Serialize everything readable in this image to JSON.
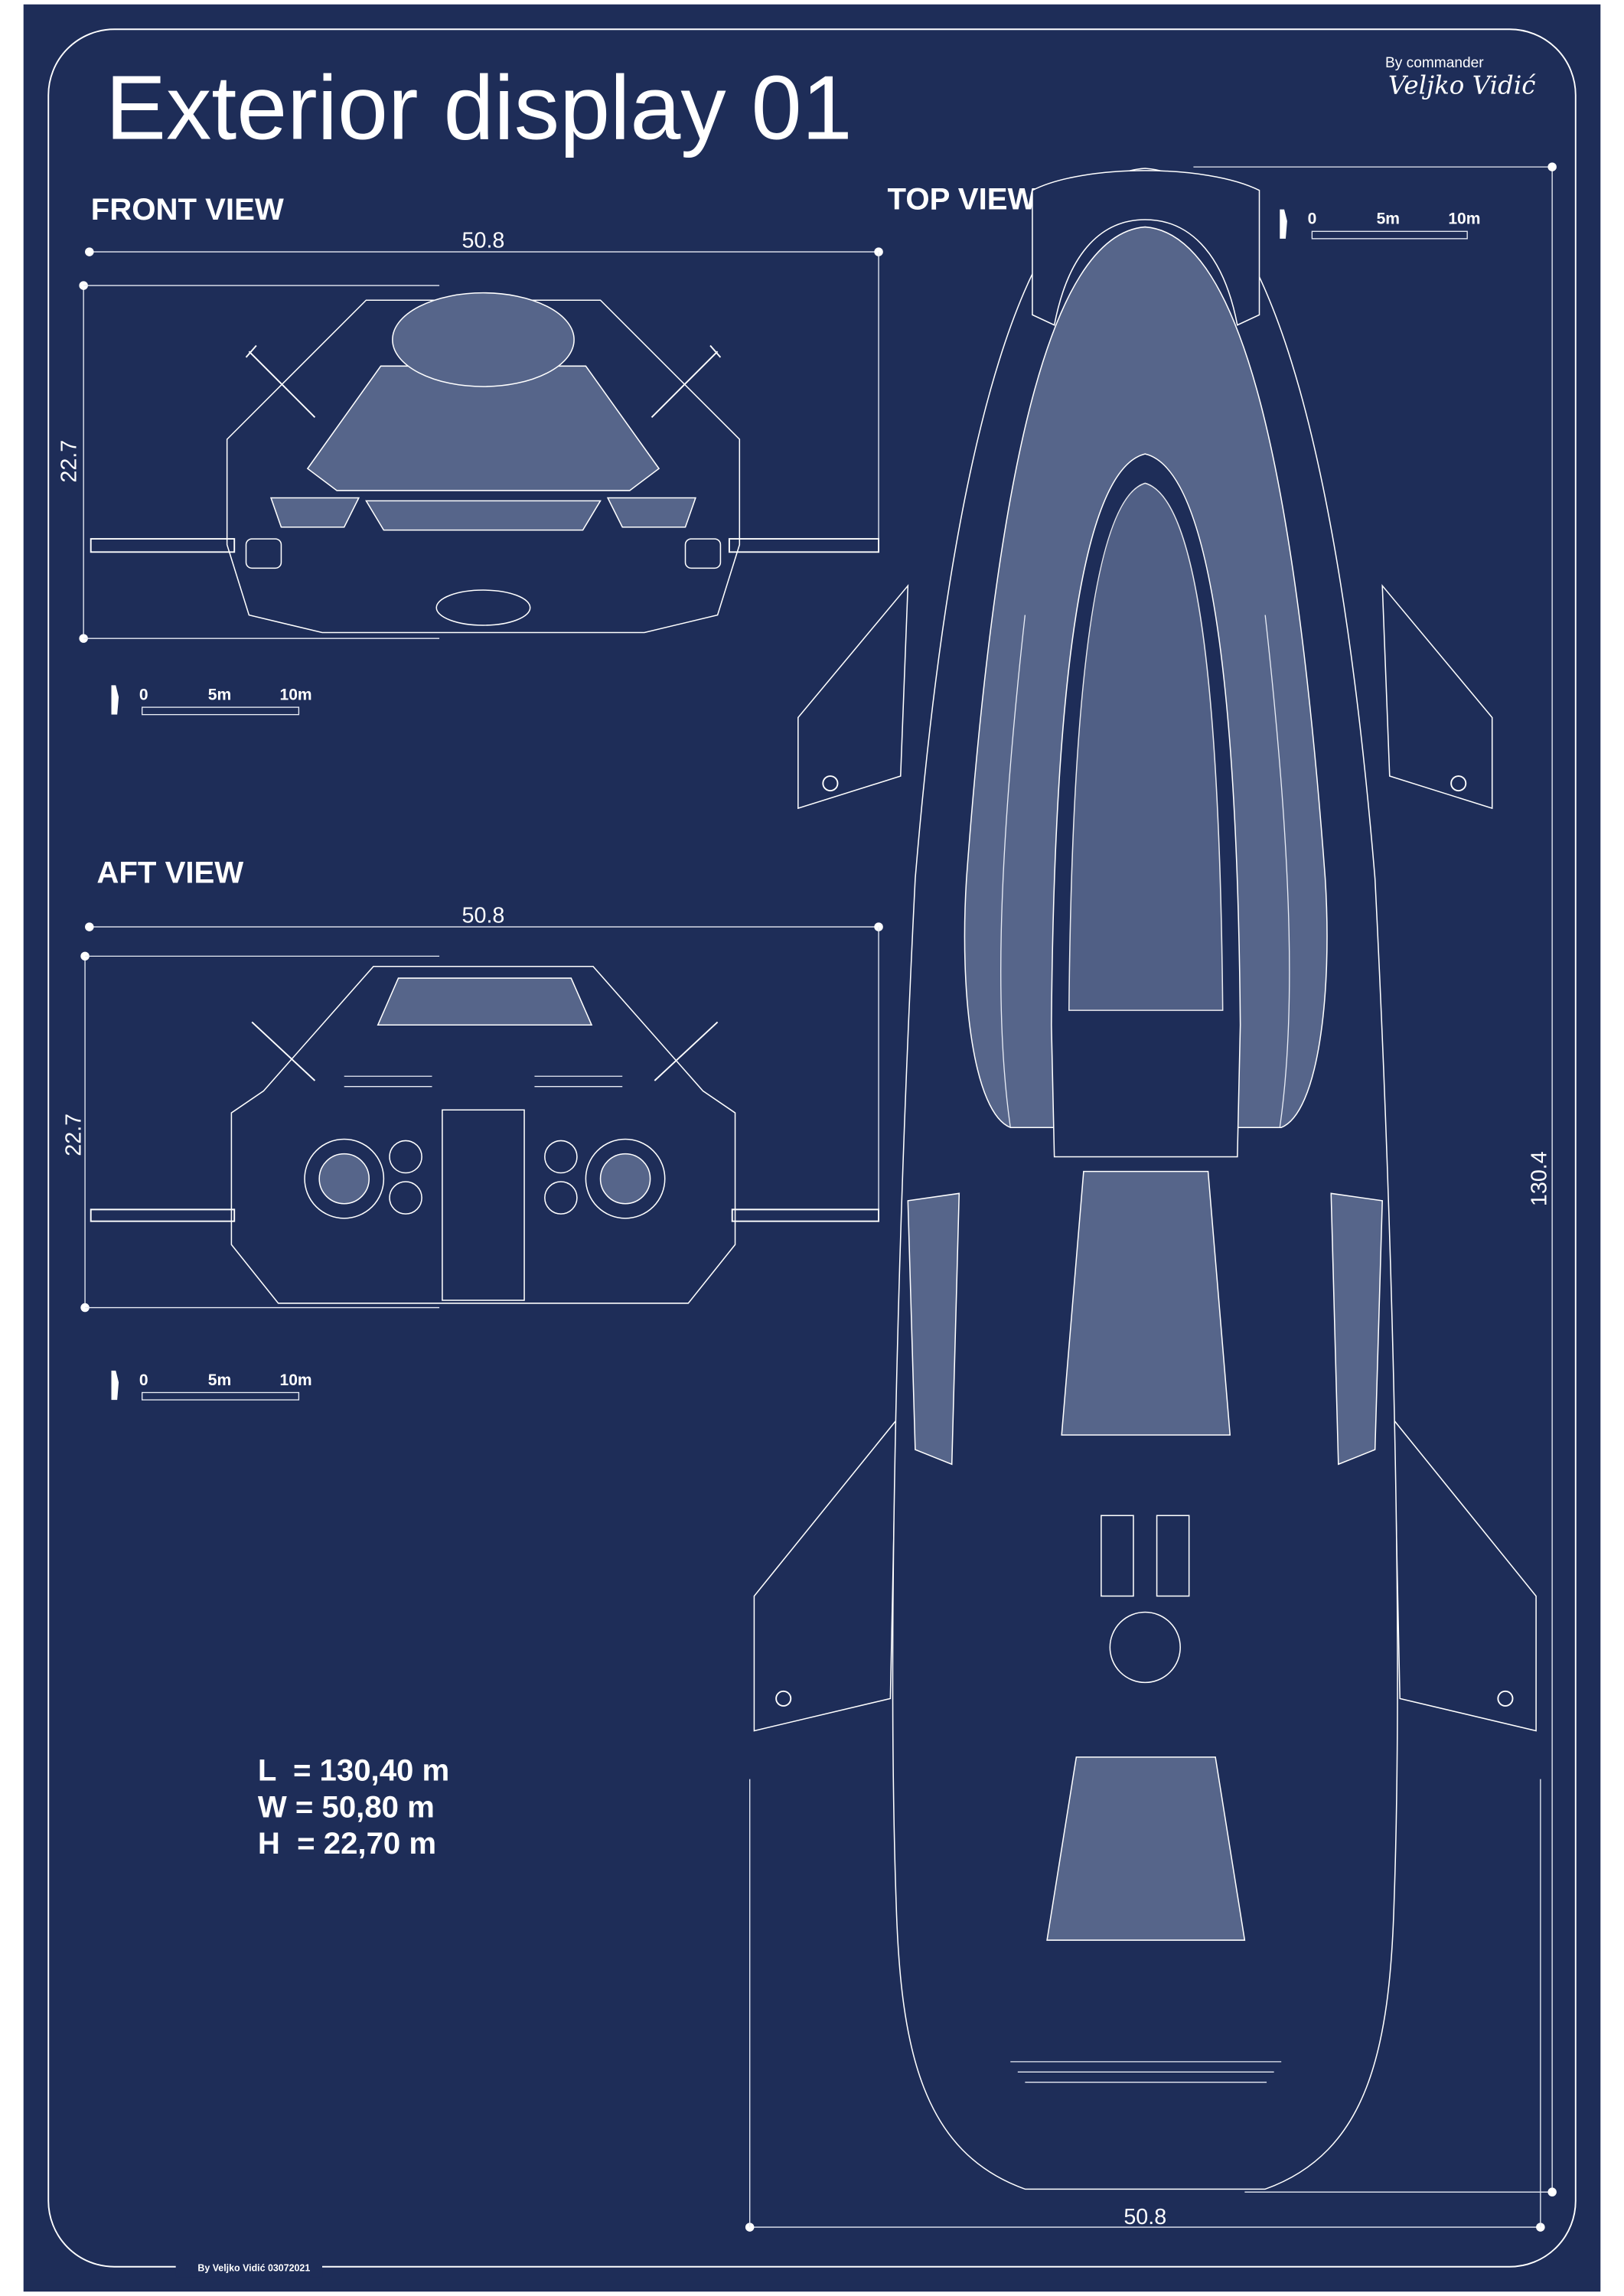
{
  "title": "Exterior display 01",
  "credit": {
    "by": "By commander",
    "signature": "Veljko Vidić"
  },
  "footer": "By Veljko Vidić 03072021",
  "colors": {
    "background": "#1e2d58",
    "line": "#ffffff",
    "panel": "#56658a"
  },
  "front_view": {
    "label": "FRONT VIEW",
    "width": "50.8",
    "height": "22.7"
  },
  "aft_view": {
    "label": "AFT VIEW",
    "width": "50.8",
    "height": "22.7"
  },
  "top_view": {
    "label": "TOP VIEW",
    "width": "50.8",
    "length": "130.4"
  },
  "scale_bar": {
    "zero": "0",
    "mid": "5m",
    "end": "10m"
  },
  "specs": {
    "length": "L  = 130,40 m",
    "width": "W = 50,80 m",
    "height": "H  = 22,70 m"
  }
}
